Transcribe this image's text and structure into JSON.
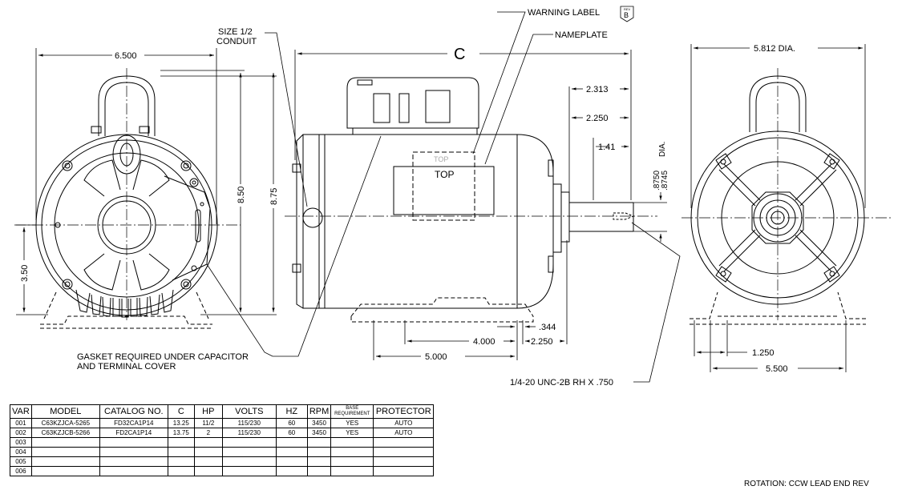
{
  "labels": {
    "size_conduit": "SIZE 1/2",
    "conduit": "CONDUIT",
    "warning_label": "WARNING LABEL",
    "rev_badge_top": "REV",
    "rev_badge_letter": "B",
    "nameplate": "NAMEPLATE",
    "c": "C",
    "top_faded": "TOP",
    "top": "TOP",
    "gasket_line1": "GASKET REQUIRED UNDER CAPACITOR",
    "gasket_line2": "AND TERMINAL COVER",
    "thread": "1/4-20 UNC-2B RH  X .750",
    "dia": "DIA.",
    "rotation": "ROTATION:  CCW LEAD END REV"
  },
  "dimensions": {
    "width_6500": "6.500",
    "height_850": "8.50",
    "height_875": "8.75",
    "height_350": "3.50",
    "shaft_2313": "2.313",
    "shaft_2250": "2.250",
    "shaft_141": "1.41",
    "shaft_dia_hi": ".8750",
    "shaft_dia_lo": ".8745",
    "base_4000": "4.000",
    "base_2250": "2.250",
    "base_5000": "5.000",
    "base_344": ".344",
    "right_dia": "5.812  DIA.",
    "right_1250": "1.250",
    "right_5500": "5.500"
  },
  "table": {
    "headers": [
      "VAR",
      "MODEL",
      "CATALOG NO.",
      "C",
      "HP",
      "VOLTS",
      "HZ",
      "RPM",
      "BASE REQUIREMENT",
      "PROTECTOR"
    ],
    "rows": [
      [
        "001",
        "C63KZJCA-5265",
        "FD32CA1P14",
        "13.25",
        "11/2",
        "115/230",
        "60",
        "3450",
        "YES",
        "AUTO"
      ],
      [
        "002",
        "C63KZJCB-5266",
        "FD2CA1P14",
        "13.75",
        "2",
        "115/230",
        "60",
        "3450",
        "YES",
        "AUTO"
      ],
      [
        "003",
        "",
        "",
        "",
        "",
        "",
        "",
        "",
        "",
        ""
      ],
      [
        "004",
        "",
        "",
        "",
        "",
        "",
        "",
        "",
        "",
        ""
      ],
      [
        "005",
        "",
        "",
        "",
        "",
        "",
        "",
        "",
        "",
        ""
      ],
      [
        "006",
        "",
        "",
        "",
        "",
        "",
        "",
        "",
        "",
        ""
      ]
    ]
  }
}
